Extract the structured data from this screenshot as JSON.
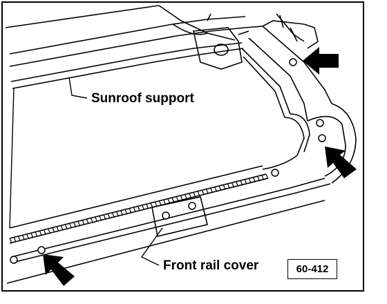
{
  "labels": {
    "sunroof_support": "Sunroof support",
    "front_rail_cover": "Front rail cover"
  },
  "figure_number": "60-412",
  "colors": {
    "ink": "#000000",
    "paper": "#ffffff"
  },
  "icons": {
    "arrows": [
      "arrow-top-right",
      "arrow-corner-right",
      "arrow-bottom-left"
    ],
    "screws": [
      "screw-icon"
    ]
  }
}
